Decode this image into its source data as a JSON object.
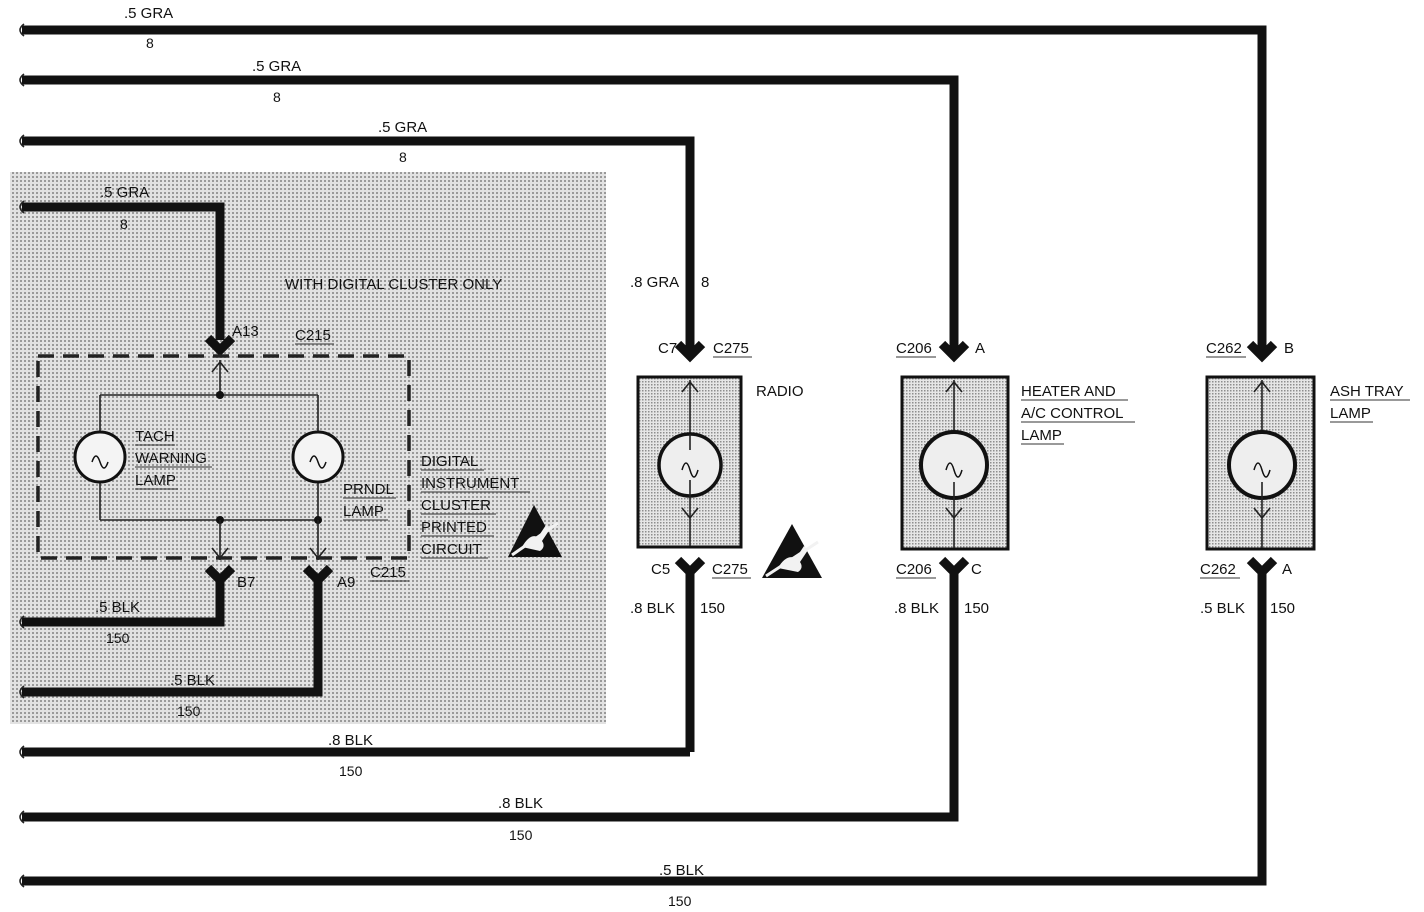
{
  "wires": {
    "gra_top_1": {
      "size": ".5 GRA",
      "circuit": "8"
    },
    "gra_top_2": {
      "size": ".5 GRA",
      "circuit": "8"
    },
    "gra_top_3": {
      "size": ".5 GRA",
      "circuit": "8"
    },
    "gra_cluster": {
      "size": ".5 GRA",
      "circuit": "8"
    },
    "radio_feed": {
      "size": ".8 GRA",
      "circuit": "8"
    },
    "blk_cluster_b7": {
      "size": ".5 BLK",
      "circuit": "150"
    },
    "blk_cluster_a9": {
      "size": ".5 BLK",
      "circuit": "150"
    },
    "blk_bottom_1": {
      "size": ".8 BLK",
      "circuit": "150"
    },
    "blk_bottom_2": {
      "size": ".8 BLK",
      "circuit": "150"
    },
    "blk_bottom_3": {
      "size": ".5 BLK",
      "circuit": "150"
    },
    "radio_ground": {
      "size": ".8 BLK",
      "circuit": "150"
    },
    "heater_ground": {
      "size": ".8 BLK",
      "circuit": "150"
    },
    "ash_ground": {
      "size": ".5 BLK",
      "circuit": "150"
    }
  },
  "cluster": {
    "note": "WITH DIGITAL CLUSTER ONLY",
    "connector": "C215",
    "pin_top": "A13",
    "pin_b7": "B7",
    "pin_a9": "A9",
    "title_lines": [
      "DIGITAL",
      "INSTRUMENT",
      "CLUSTER",
      "PRINTED",
      "CIRCUIT"
    ],
    "tach_lines": [
      "TACH",
      "WARNING",
      "LAMP"
    ],
    "prndl_lines": [
      "PRNDL",
      "LAMP"
    ]
  },
  "radio": {
    "name": "RADIO",
    "top_cavity": "C7",
    "top_connector": "C275",
    "bottom_cavity": "C5",
    "bottom_connector": "C275"
  },
  "heater": {
    "name_lines": [
      "HEATER AND",
      "A/C CONTROL",
      "LAMP"
    ],
    "top_connector": "C206",
    "top_cavity": "A",
    "bottom_connector": "C206",
    "bottom_cavity": "C"
  },
  "ashtray": {
    "name_lines": [
      "ASH TRAY",
      "LAMP"
    ],
    "top_connector": "C262",
    "top_cavity": "B",
    "bottom_connector": "C262",
    "bottom_cavity": "A"
  },
  "icons": [
    "esd-warning-icon",
    "esd-warning-icon"
  ],
  "colors": {
    "wire": "#111111",
    "shade": "#bcbcbc",
    "background": "#ffffff"
  }
}
